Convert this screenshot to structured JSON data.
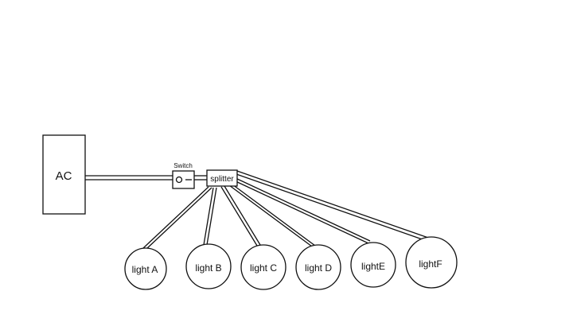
{
  "diagram": {
    "source": {
      "label": "AC"
    },
    "switch": {
      "label": "Switch"
    },
    "splitter": {
      "label": "splitter"
    },
    "lights": [
      {
        "label": "light A"
      },
      {
        "label": "light B"
      },
      {
        "label": "light C"
      },
      {
        "label": "light D"
      },
      {
        "label": "lightE"
      },
      {
        "label": "lightF"
      }
    ],
    "colors": {
      "stroke": "#111111",
      "background": "#ffffff"
    }
  }
}
